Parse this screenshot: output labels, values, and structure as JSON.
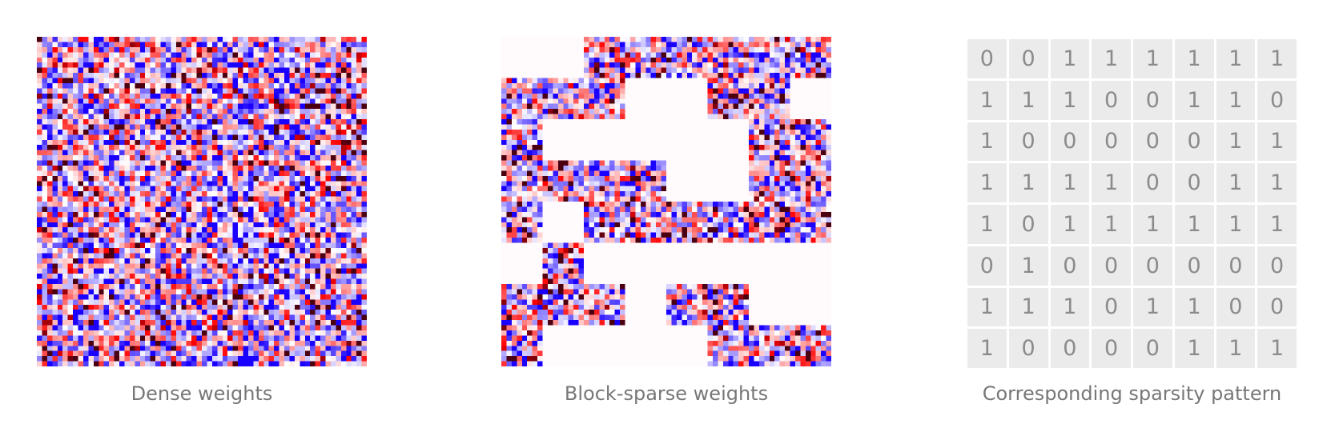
{
  "captions": {
    "dense": "Dense weights",
    "block_sparse": "Block-sparse weights",
    "pattern": "Corresponding sparsity pattern"
  },
  "sparsity_pattern": [
    [
      0,
      0,
      1,
      1,
      1,
      1,
      1,
      1
    ],
    [
      1,
      1,
      1,
      0,
      0,
      1,
      1,
      0
    ],
    [
      1,
      0,
      0,
      0,
      0,
      0,
      1,
      1
    ],
    [
      1,
      1,
      1,
      1,
      0,
      0,
      1,
      1
    ],
    [
      1,
      0,
      1,
      1,
      1,
      1,
      1,
      1
    ],
    [
      0,
      1,
      0,
      0,
      0,
      0,
      0,
      0
    ],
    [
      1,
      1,
      1,
      0,
      1,
      1,
      0,
      0
    ],
    [
      1,
      0,
      0,
      0,
      0,
      1,
      1,
      1
    ]
  ],
  "heatmap": {
    "grid_size": 64,
    "block_size": 8,
    "colors": {
      "negative": "#1a00ff",
      "neutral": "#ffffff",
      "positive": "#ff0000",
      "extreme": "#4a0010"
    }
  }
}
